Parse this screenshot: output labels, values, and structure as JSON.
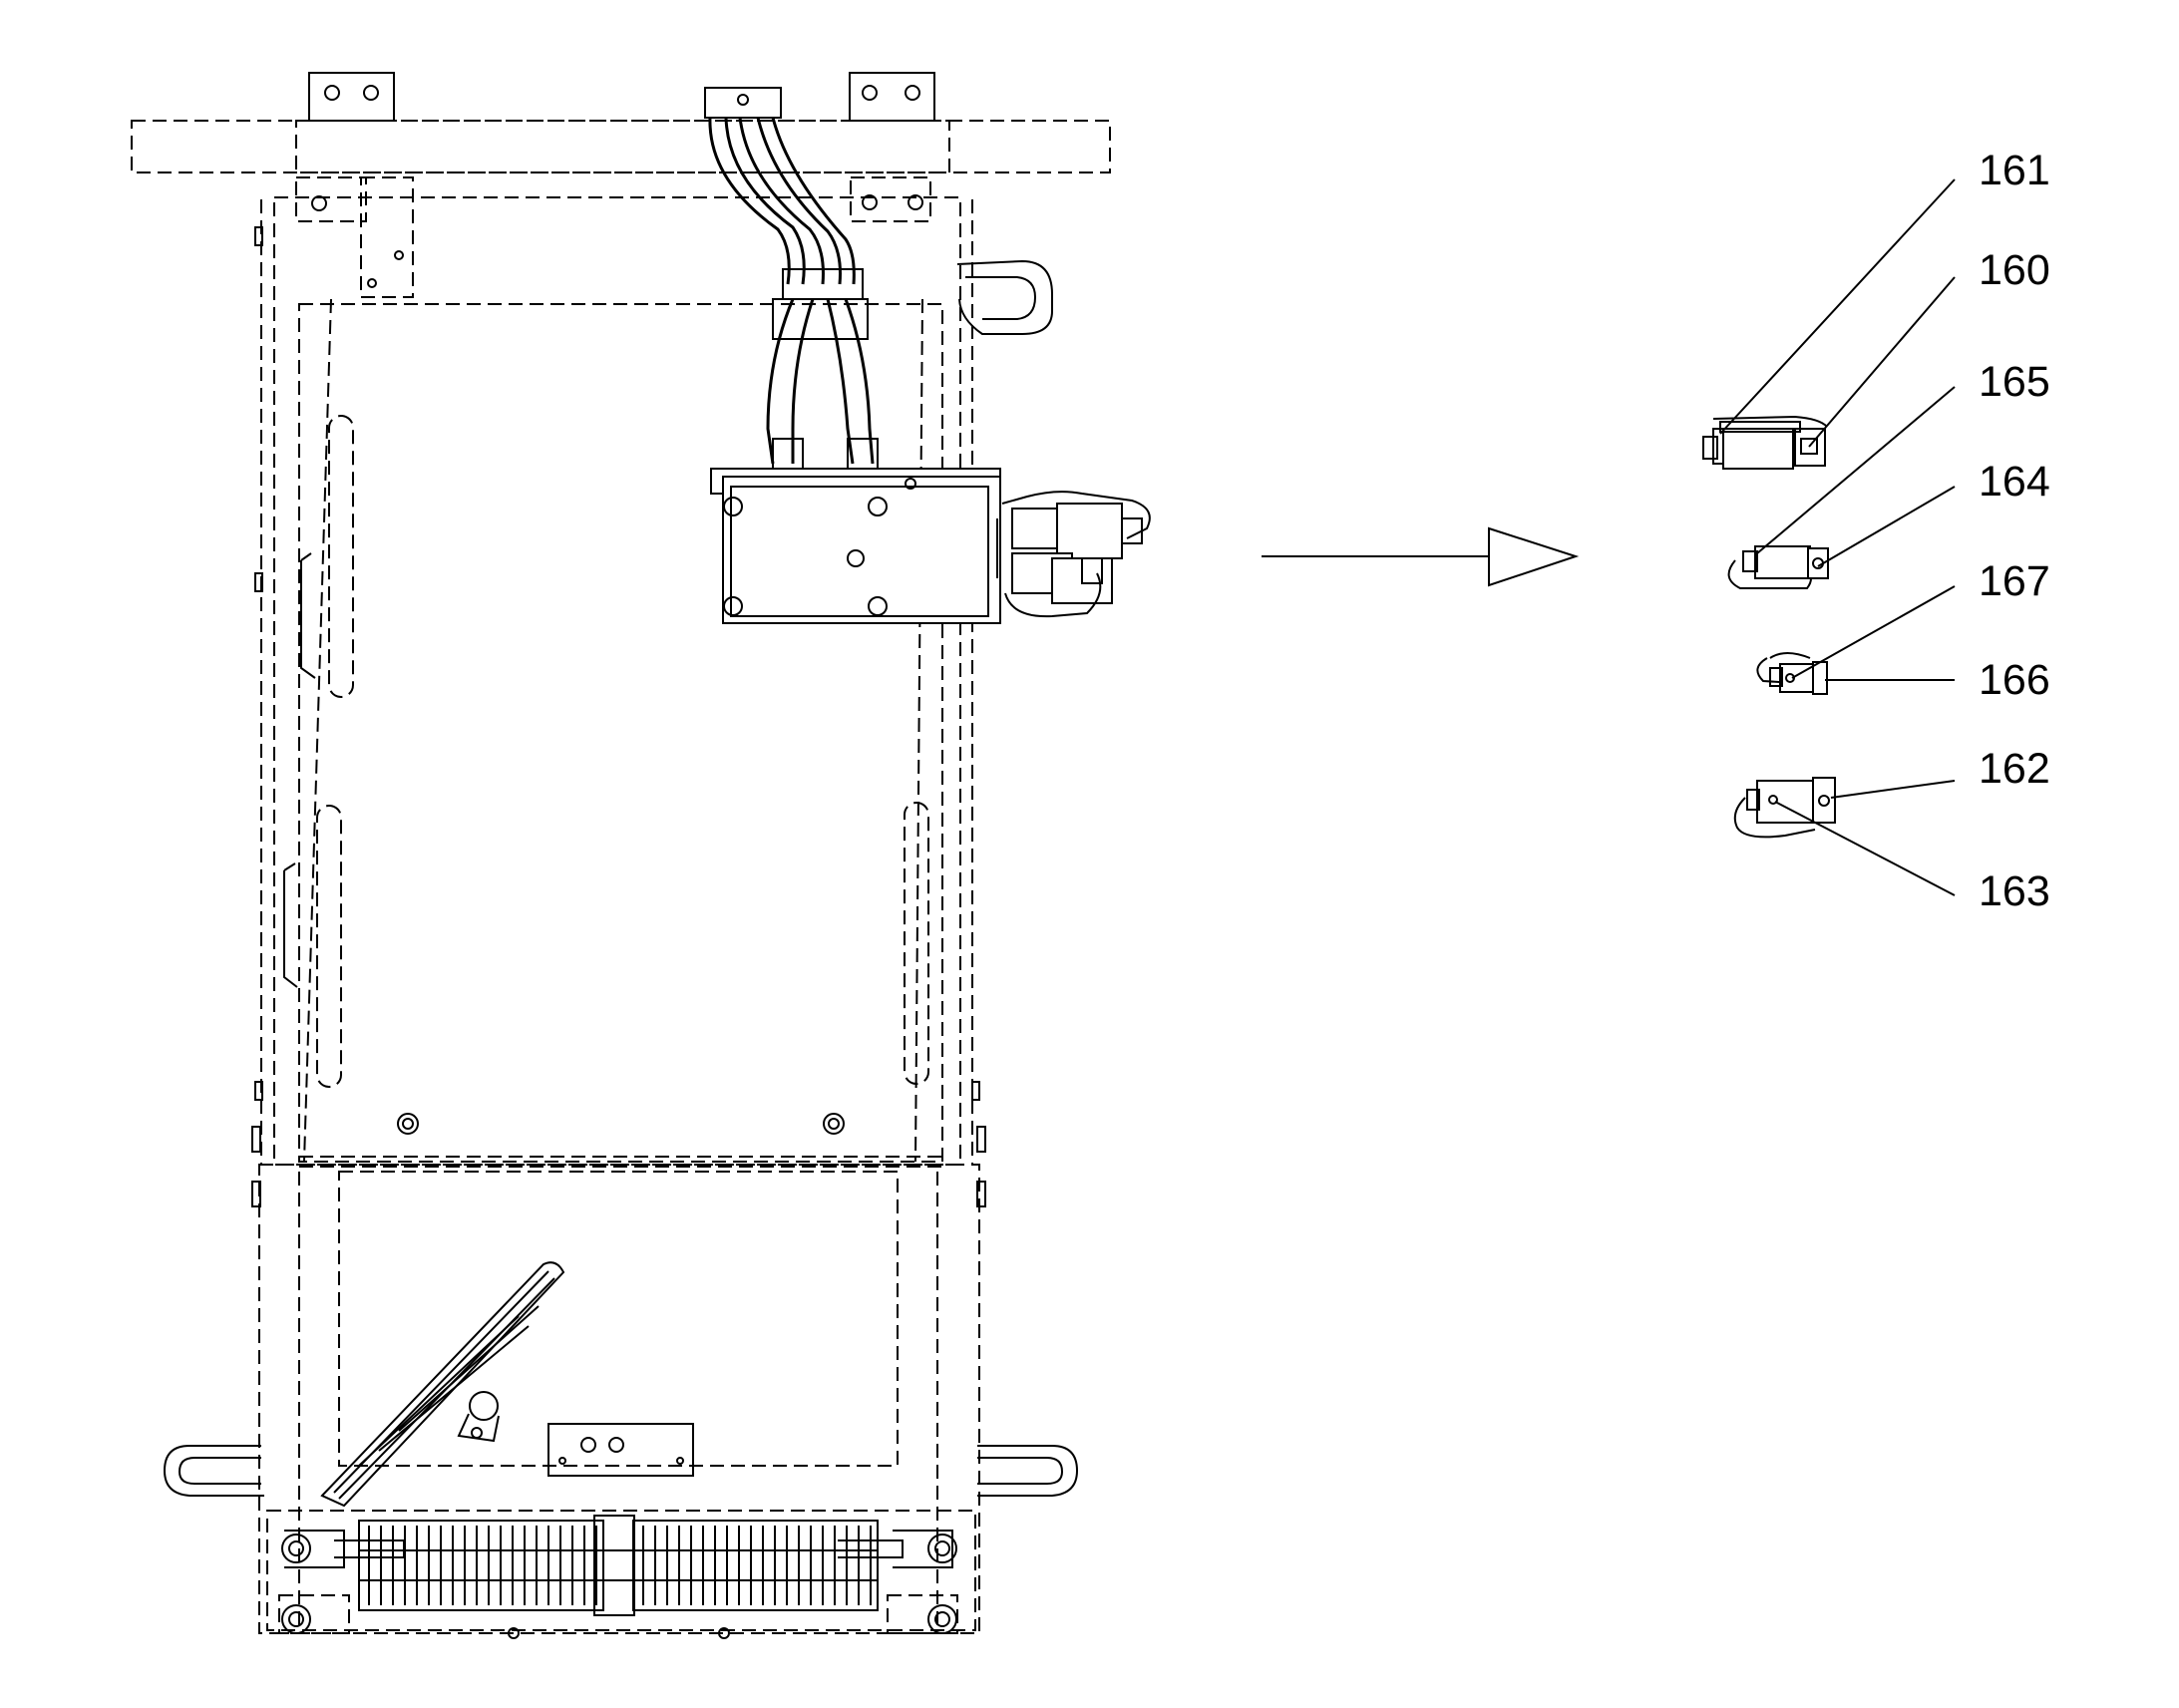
{
  "figure": {
    "callouts": [
      {
        "id": "161",
        "label": "161"
      },
      {
        "id": "160",
        "label": "160"
      },
      {
        "id": "165",
        "label": "165"
      },
      {
        "id": "164",
        "label": "164"
      },
      {
        "id": "167",
        "label": "167"
      },
      {
        "id": "166",
        "label": "166"
      },
      {
        "id": "162",
        "label": "162"
      },
      {
        "id": "163",
        "label": "163"
      }
    ]
  }
}
